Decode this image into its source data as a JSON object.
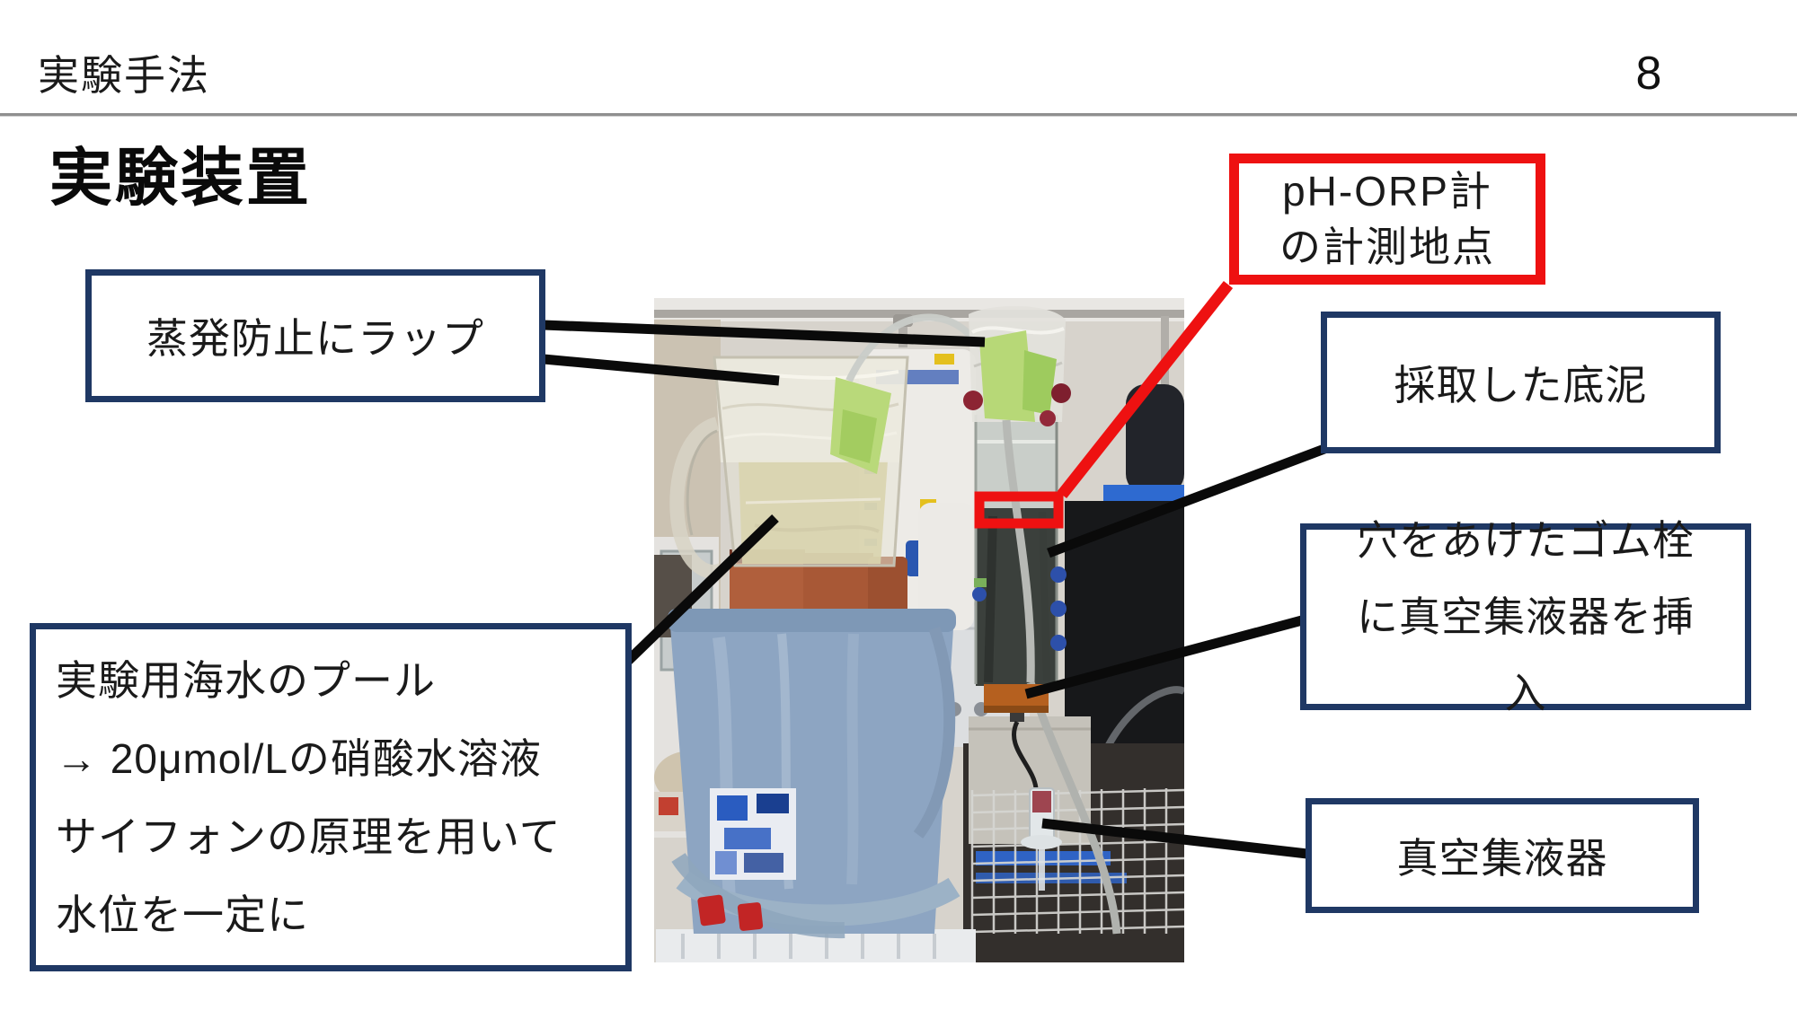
{
  "header": {
    "title": "実験手法",
    "page_number": "8"
  },
  "slide_title": "実験装置",
  "callouts": {
    "wrap": {
      "label": "蒸発防止にラップ"
    },
    "ph_orp": {
      "line1": "pH-ORP計",
      "line2": "の計測地点"
    },
    "sediment": {
      "label": "採取した底泥"
    },
    "rubber_stopper": {
      "line1": "穴をあけたゴム栓",
      "line2": "に真空集液器を挿",
      "line3": "入"
    },
    "vacuum_collector": {
      "label": "真空集液器"
    },
    "seawater_pool": {
      "line1": "実験用海水のプール",
      "line2": "→ 20μmol/Lの硝酸水溶液",
      "line3": "サイフォンの原理を用いて",
      "line4": "水位を一定に"
    }
  },
  "colors": {
    "callout_border": "#1f3864",
    "highlight_red": "#ee1111",
    "connector_black": "#0a0a0a",
    "divider_gray": "#8f8f8f"
  }
}
